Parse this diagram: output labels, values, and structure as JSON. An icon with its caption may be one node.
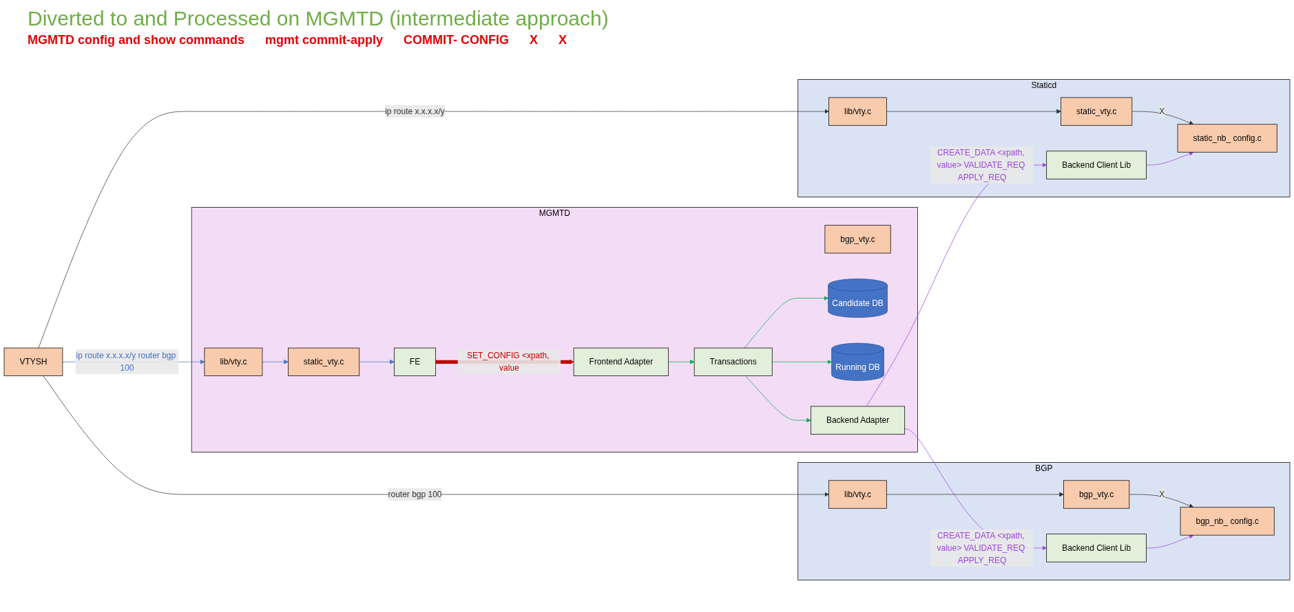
{
  "diagram": {
    "title": "Diverted to and Processed on MGMTD (intermediate approach)",
    "nodes": [
      {
        "text": [
          "VTYSH"
        ]
      },
      {
        "text": [
          "MGMTD"
        ]
      },
      {
        "text": [
          "FE"
        ],
        "in": 1
      },
      {
        "text": [
          "lib/vty.c"
        ],
        "in": 1
      },
      {
        "text": [
          "static_vty.c"
        ],
        "in": 1
      },
      {
        "text": [
          "bgp_vty.c"
        ],
        "in": 1
      },
      {
        "text": [
          "Candidate DB"
        ],
        "in": 1
      },
      {
        "text": [
          "Running DB"
        ],
        "in": 1
      },
      {
        "text": [
          "Transactions"
        ],
        "in": 1
      },
      {
        "text": [
          "Frontend Adapter"
        ],
        "in": 1
      },
      {
        "text": [
          "Backend Adapter"
        ],
        "in": 1
      },
      {
        "text": [
          "BGP"
        ]
      },
      {
        "text": [
          "lib/vty.c"
        ],
        "in": 11
      },
      {
        "text": [
          "bgp_vty.c"
        ],
        "in": 11
      },
      {
        "text": [
          "Backend Client Lib"
        ],
        "in": 11
      },
      {
        "text": [
          "bgp_nb_ config.c"
        ],
        "in": 11
      },
      {
        "text": [
          "Staticd"
        ]
      },
      {
        "text": [
          "lib/vty.c"
        ],
        "in": 16
      },
      {
        "text": [
          "static_vty.c"
        ],
        "in": 16
      },
      {
        "text": [
          "Backend Client Lib"
        ],
        "in": 16
      },
      {
        "text": [
          "static_nb_ config.c"
        ],
        "in": 16
      }
    ],
    "edges": [
      {
        "from": 0,
        "to": 3,
        "arrow": "to",
        "label": "ip route x.x.x.x/y router bgp 100",
        "color": "#4472c4"
      },
      {
        "from": 4,
        "to": 2,
        "arrow": "to",
        "color": "#4472c4"
      },
      {
        "from": 3,
        "to": 4,
        "arrow": "to",
        "color": "#4472c4"
      },
      {
        "from": 2,
        "to": 9,
        "arrow": "to",
        "label": "SET_CONFIG <xpath, value",
        "style": "thick",
        "color": "#c00000"
      },
      {
        "from": 9,
        "to": 8,
        "arrow": "to",
        "color": "#00b050"
      },
      {
        "from": 8,
        "to": 6,
        "arrow": "to",
        "color": "#00b050"
      },
      {
        "from": 8,
        "to": 7,
        "arrow": "to",
        "color": "#00b050"
      },
      {
        "from": 8,
        "to": 10,
        "arrow": "to",
        "color": "#00b050"
      },
      {
        "from": 10,
        "to": 14,
        "arrow": "to",
        "label": "CREATE_DATA <xpath, value> VALIDATE_REQ APPLY_REQ",
        "color": "#9b45e0"
      },
      {
        "from": 10,
        "to": 19,
        "arrow": "to",
        "label": "CREATE_DATA <xpath, value> VALIDATE_REQ APPLY_REQ",
        "color": "#9b45e0"
      },
      {
        "from": 0,
        "to": 12,
        "arrow": "to",
        "label": "router bgp 100"
      },
      {
        "from": 0,
        "to": 17,
        "arrow": "to",
        "label": "ip route x.x.x.x/y"
      },
      {
        "from": 12,
        "to": 13,
        "arrow": "to"
      },
      {
        "from": 13,
        "to": 15,
        "arrow": "to",
        "label": "X"
      },
      {
        "from": 14,
        "to": 15,
        "arrow": "to",
        "color": "#9b45e0"
      },
      {
        "from": 17,
        "to": 18,
        "arrow": "to"
      },
      {
        "from": 18,
        "to": 20,
        "arrow": "to",
        "label": "X"
      },
      {
        "from": 19,
        "to": 20,
        "arrow": "to",
        "color": "#9b45e0"
      }
    ],
    "labels": [
      "MGMTD config and show commands",
      "mgmt commit-apply",
      "COMMIT- CONFIG",
      "X",
      "X"
    ]
  }
}
